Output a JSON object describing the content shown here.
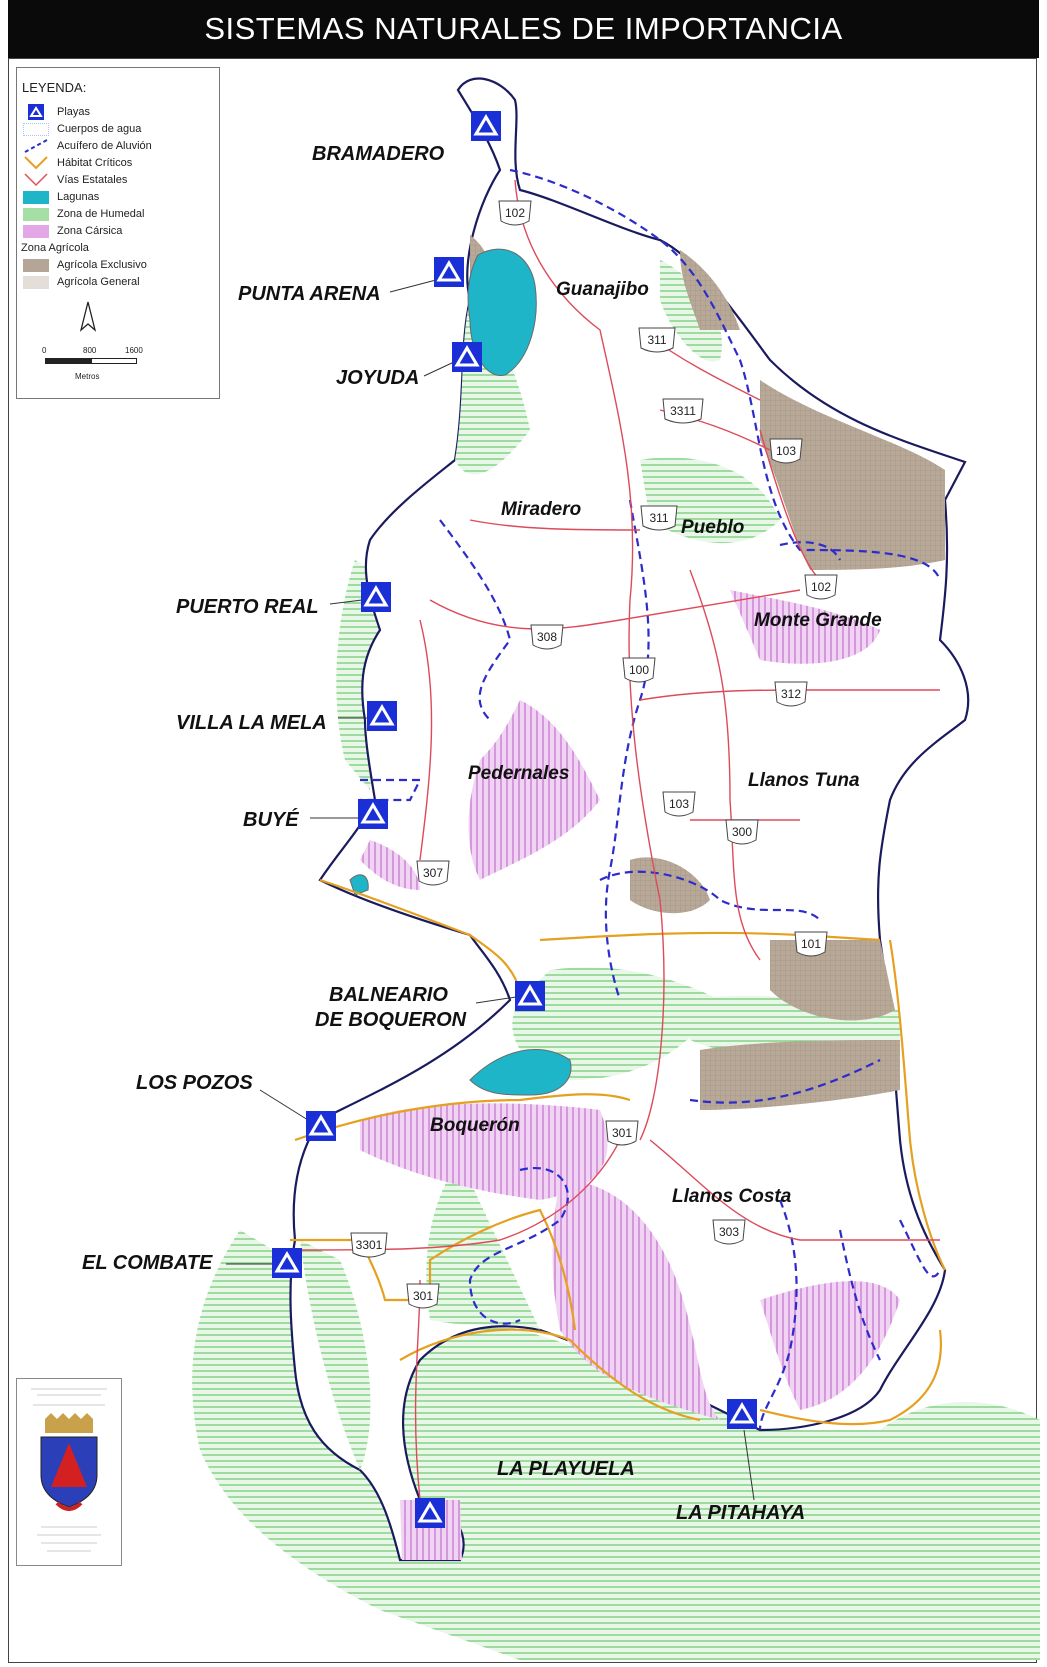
{
  "title": "SISTEMAS NATURALES DE IMPORTANCIA",
  "legend": {
    "heading": "LEYENDA:",
    "items": [
      {
        "label": "Playas",
        "icon": "beach-marker-icon"
      },
      {
        "label": "Cuerpos de agua",
        "color": "#9ec8ff"
      },
      {
        "label": "Acuífero de Aluvión",
        "color": "#2c2ccc"
      },
      {
        "label": "Hábitat Críticos",
        "color": "#e6a020"
      },
      {
        "label": "Vías Estatales",
        "color": "#e05050"
      },
      {
        "label": "Lagunas",
        "color": "#1fb5c9"
      },
      {
        "label": "Zona de Humedal",
        "color": "#a5dfa5"
      },
      {
        "label": "Zona Cársica",
        "color": "#e3a6e6"
      }
    ],
    "agri_heading": "Zona Agrícola",
    "agri_items": [
      {
        "label": "Agrícola Exclusivo",
        "color": "#b5a596"
      },
      {
        "label": "Agrícola General",
        "color": "#e3ded8"
      }
    ],
    "scale": {
      "ticks": [
        "0",
        "800",
        "1600"
      ],
      "unit": "Metros"
    }
  },
  "beaches": [
    "BRAMADERO",
    "PUNTA ARENA",
    "JOYUDA",
    "PUERTO REAL",
    "VILLA LA MELA",
    "BUYÉ",
    "BALNEARIO",
    "DE BOQUERON",
    "LOS POZOS",
    "EL COMBATE",
    "LA PLAYUELA",
    "LA PITAHAYA"
  ],
  "places": [
    "Guanajibo",
    "Miradero",
    "Pueblo",
    "Monte Grande",
    "Pedernales",
    "Llanos Tuna",
    "Boquerón",
    "Llanos Costa"
  ],
  "routes": [
    "102",
    "311",
    "3311",
    "103",
    "311",
    "102",
    "308",
    "100",
    "312",
    "103",
    "300",
    "307",
    "101",
    "301",
    "303",
    "3301",
    "301"
  ],
  "colors": {
    "coast": "#1a1a5e",
    "wetland": "#a5dfa5",
    "karst": "#e3a6e6",
    "agri": "#b5a596",
    "lagoon": "#1fb5c9",
    "beach_marker": "#1a2fd6"
  }
}
